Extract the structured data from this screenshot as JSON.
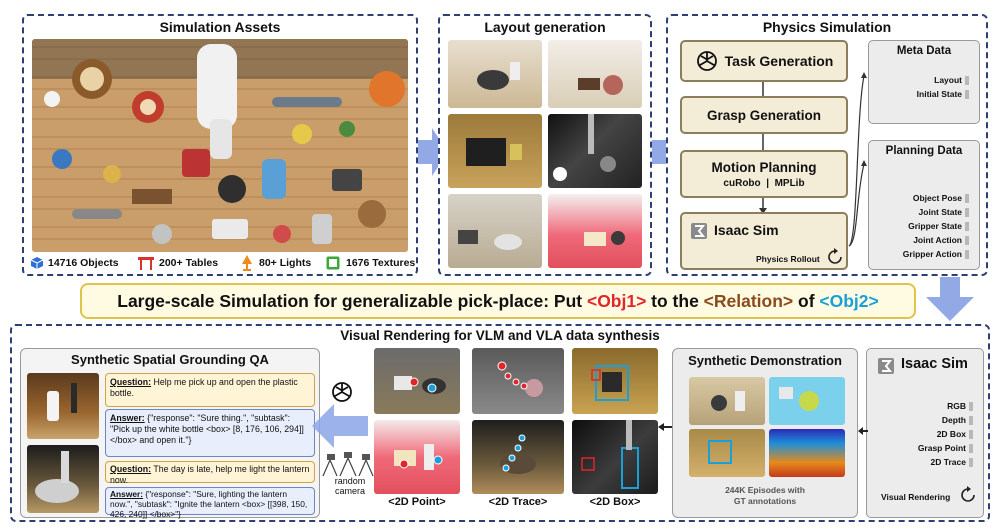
{
  "panels": {
    "assets_title": "Simulation Assets",
    "layout_title": "Layout generation",
    "physics_title": "Physics Simulation",
    "rendering_title": "Visual Rendering for VLM and VLA data synthesis"
  },
  "legend": [
    {
      "icon": "cube-icon",
      "text": "14716 Objects",
      "color": "#2f6fd6"
    },
    {
      "icon": "table-icon",
      "text": "200+ Tables",
      "color": "#d9342b"
    },
    {
      "icon": "lamp-icon",
      "text": "80+ Lights",
      "color": "#f08a1c"
    },
    {
      "icon": "texture-icon",
      "text": "1676 Textures",
      "color": "#3aa83a"
    }
  ],
  "pipeline": {
    "task": "Task Generation",
    "grasp": "Grasp Generation",
    "motion": "Motion Planning",
    "motion_sub_a": "cuRobo",
    "motion_sep": "|",
    "motion_sub_b": "MPLib",
    "isaac": "Isaac Sim",
    "rollout": "Physics Rollout"
  },
  "meta_data": {
    "title": "Meta Data",
    "items": [
      "Layout",
      "Initial State"
    ]
  },
  "planning_data": {
    "title": "Planning Data",
    "items": [
      "Object Pose",
      "Joint State",
      "Gripper State",
      "Joint Action",
      "Gripper Action"
    ]
  },
  "banner": {
    "prefix": "Large-scale Simulation for generalizable pick-place: Put ",
    "obj1": "<Obj1>",
    "mid1": " to the ",
    "relation": "<Relation>",
    "mid2": " of ",
    "obj2": "<Obj2>",
    "color_obj1": "#e0262a",
    "color_relation": "#8a4a1c",
    "color_obj2": "#1aa0d8"
  },
  "qa": {
    "title": "Synthetic Spatial Grounding QA",
    "q_label": "Question:",
    "a_label": "Answer:",
    "q1": "Help me pick up and open the plastic bottle.",
    "a1": "{\"response\": \"Sure thing.\", \"subtask\": \"Pick up the white bottle <box> [8, 176, 106, 294]] </box> and open it.\"}",
    "q2": "The day is late, help me light the lantern now.",
    "a2": "{\"response\": \"Sure, lighting the lantern now.\", \"subtask\": \"Ignite the lantern <box> [[398, 150, 426, 240]] </box>\"}"
  },
  "camera_label": "random camera",
  "captions": [
    "<2D Point>",
    "<2D Trace>",
    "<2D Box>"
  ],
  "demo": {
    "title": "Synthetic Demonstration",
    "note_line1": "244K Episodes with",
    "note_line2": "GT annotations"
  },
  "isaac_render": {
    "title": "Isaac Sim",
    "items": [
      "RGB",
      "Depth",
      "2D Box",
      "Grasp Point",
      "2D Trace"
    ],
    "footer": "Visual Rendering"
  }
}
